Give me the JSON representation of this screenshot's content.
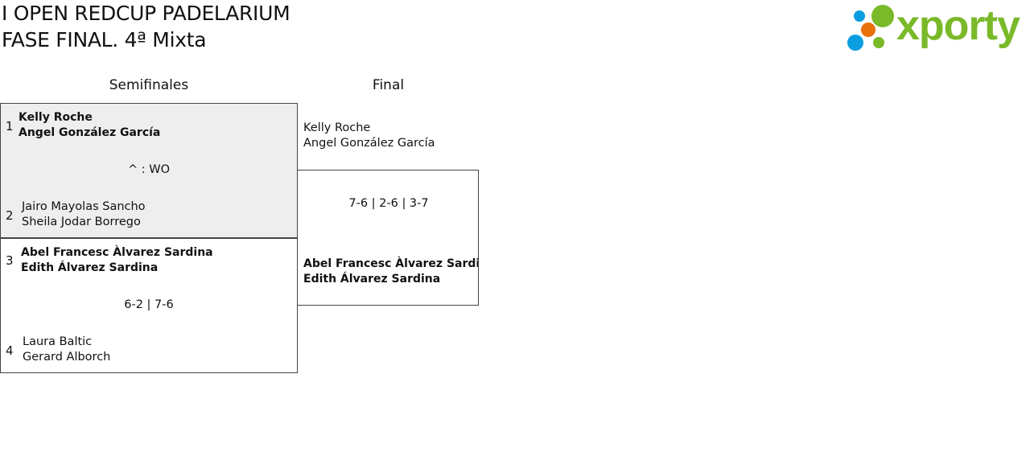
{
  "header": {
    "title_line1": "I OPEN REDCUP PADELARIUM",
    "title_line2": "FASE FINAL. 4ª Mixta"
  },
  "logo": {
    "text": "xporty",
    "colors": {
      "green": "#7ab929",
      "blue": "#0a9ee0",
      "orange": "#e8710a"
    }
  },
  "rounds": [
    "Semifinales",
    "Final"
  ],
  "semifinals": [
    {
      "score": "^ : WO",
      "teams": [
        {
          "seed": "1",
          "players": [
            "Kelly Roche",
            "Angel González García"
          ],
          "winner": true
        },
        {
          "seed": "2",
          "players": [
            "Jairo Mayolas Sancho",
            "Sheila Jodar Borrego"
          ],
          "winner": false
        }
      ]
    },
    {
      "score": "6-2 | 7-6",
      "teams": [
        {
          "seed": "3",
          "players": [
            "Abel Francesc Àlvarez Sardina",
            "Edith Álvarez Sardina"
          ],
          "winner": true
        },
        {
          "seed": "4",
          "players": [
            "Laura Baltic",
            "Gerard Alborch"
          ],
          "winner": false
        }
      ]
    }
  ],
  "final": {
    "score": "7-6 | 2-6 | 3-7",
    "teams": [
      {
        "players": [
          "Kelly Roche",
          "Angel González García"
        ],
        "winner": false
      },
      {
        "players": [
          "Abel Francesc Àlvarez Sardin",
          "Edith Álvarez Sardina"
        ],
        "winner": true
      }
    ]
  }
}
